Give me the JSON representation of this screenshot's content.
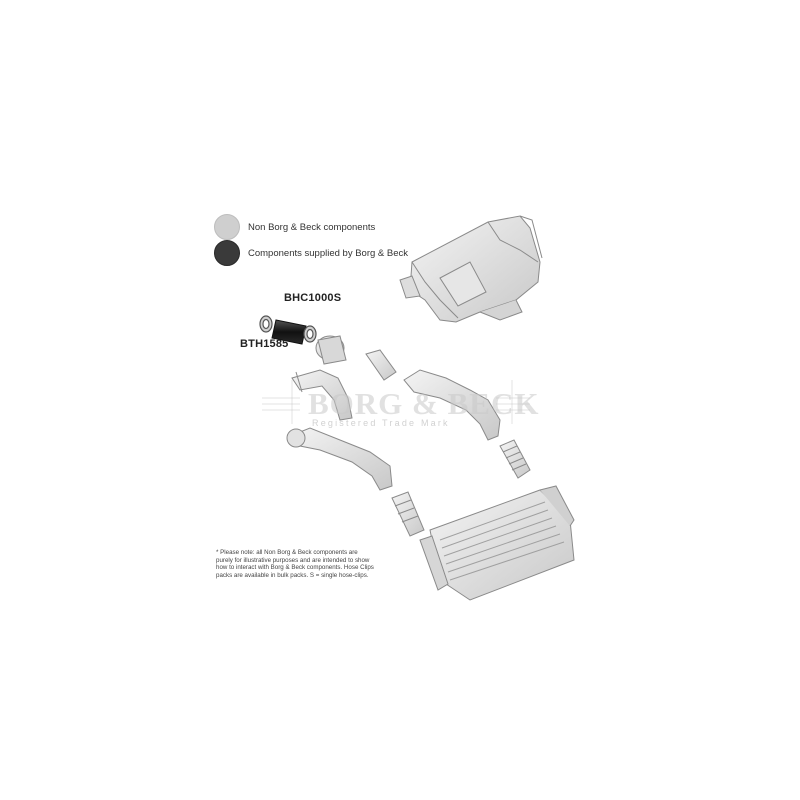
{
  "legend": {
    "items": [
      {
        "label": "Non Borg & Beck components",
        "color": "#cfcfcf"
      },
      {
        "label": "Components supplied by Borg & Beck",
        "color": "#3a3a3a"
      }
    ]
  },
  "parts": {
    "hose_code": "BHC1000S",
    "clip_code": "BTH1585"
  },
  "watermark": {
    "brand": "BORG & BECK",
    "subtitle": "Registered Trade Mark"
  },
  "note": "* Please note: all Non Borg & Beck components are purely for illustrative purposes and are intended to show how to interact with Borg & Beck components. Hose Clips packs are available in bulk packs. S = single hose-clips."
}
